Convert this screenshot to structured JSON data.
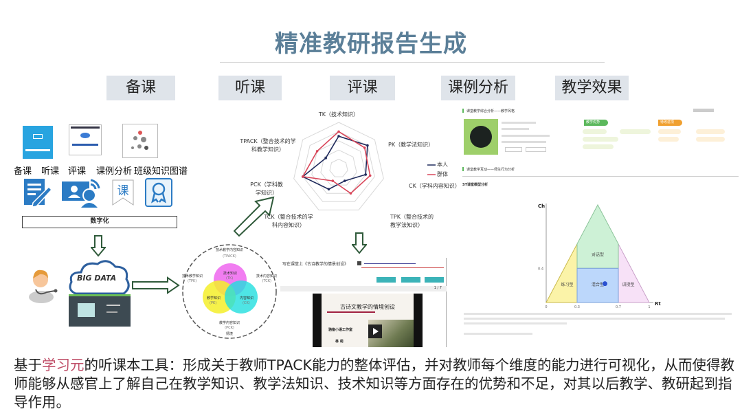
{
  "title": "精准教研报告生成",
  "tabs": [
    {
      "label": "备课"
    },
    {
      "label": "听课"
    },
    {
      "label": "评课"
    },
    {
      "label": "课例分析"
    },
    {
      "label": "教学效果"
    }
  ],
  "left": {
    "tools": [
      {
        "label": "备课"
      },
      {
        "label": "听课"
      },
      {
        "label": "评课"
      },
      {
        "label": "课例分析"
      },
      {
        "label": "班级知识图谱"
      }
    ],
    "icon_glyph_ke": "课",
    "digital_label": "数字化",
    "cloud_label": "BIG DATA"
  },
  "venn": {
    "title": "技术教学内容知识",
    "tpack": "(TPACK)",
    "tpk": "技术教学知识",
    "tpk_abbr": "(TPK)",
    "tck": "技术内容知识",
    "tck_abbr": "(TCK)",
    "tk": "技术知识",
    "tk_abbr": "(TK)",
    "pk": "教学知识",
    "pk_abbr": "(PK)",
    "ck": "内容知识",
    "ck_abbr": "(CK)",
    "pck": "教学内容知识",
    "pck_abbr": "(PCK)",
    "context": "情境"
  },
  "video": {
    "header": "写在课堂上《古诗教学的情景创设》",
    "course_title": "古诗文教学的情境创设",
    "studio": "骆备小语工作室",
    "author": "林 莉",
    "nav": "1 / 7"
  },
  "right": {
    "section1": "课堂教学综合分析——教学风格",
    "section2": "课堂教学互动——师生行为分析",
    "section3": "ST课堂模型分析",
    "green_tag": "教学优势",
    "orange_tag": "待改进项",
    "accent_green": "#5cb85c",
    "accent_orange": "#f0a030"
  },
  "chart_data": [
    {
      "type": "radar",
      "axes": [
        "TK（技术知识）",
        "PK（教学法知识）",
        "CK（学科内容知识）",
        "TPK（整合技术的教学法知识）",
        "TCK（整合技术的学科内容知识）",
        "PCK（学科教学知识）",
        "TPACK（整合技术的学科教学知识）"
      ],
      "range": [
        0,
        5
      ],
      "series": [
        {
          "name": "本人",
          "color": "#1f2a5c",
          "values": [
            3.5,
            4.0,
            3.0,
            1.5,
            2.5,
            4.0,
            1.8
          ]
        },
        {
          "name": "群体",
          "color": "#d9475a",
          "values": [
            4.0,
            3.6,
            3.5,
            3.0,
            1.5,
            4.0,
            3.0
          ]
        }
      ],
      "legend": "right"
    },
    {
      "type": "scatter",
      "title": "ST课堂模型分析",
      "xlabel": "Rt",
      "ylabel": "Ch",
      "xticks": [
        "0",
        "0.3",
        "0.7",
        "1"
      ],
      "yticks": [
        "0.4"
      ],
      "regions": [
        "练习型",
        "对话型",
        "混合型",
        "讲授型"
      ],
      "points": [
        {
          "x": 0.57,
          "y": 0.22
        }
      ]
    }
  ],
  "bottom": {
    "p1": "基于",
    "highlight": "学习元",
    "p2": "的听课本工具：形成关于教师TPACK能力的整体评估，并对教师每个维度的能力进行可视化，从而使得教师能够从感官上了解自己在教学知识、教学法知识、技术知识等方面存在的优势和不足，对其以后教学、教研起到指导作用。"
  }
}
